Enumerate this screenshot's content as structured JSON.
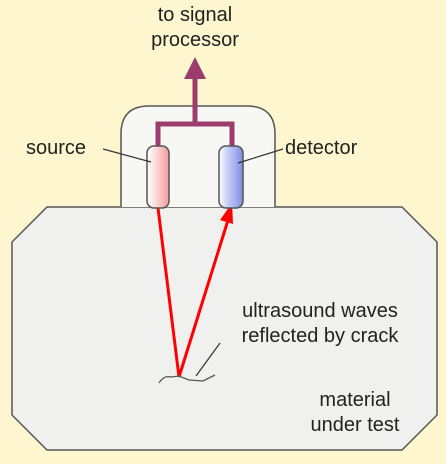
{
  "labels": {
    "output_line1": "to signal",
    "output_line2": "processor",
    "source": "source",
    "detector": "detector",
    "waves_line1": "ultrasound waves",
    "waves_line2": "reflected by crack",
    "material_line1": "material",
    "material_line2": "under test"
  },
  "colors": {
    "background": "#fdf6cf",
    "material_fill": "#f0f0ef",
    "probe_housing": "#f7f7f4",
    "signal_wire": "#9b3c6c",
    "wave_path": "#ff0000",
    "source_transducer": "#f4b6b6",
    "detector_transducer": "#a9b4ee"
  }
}
